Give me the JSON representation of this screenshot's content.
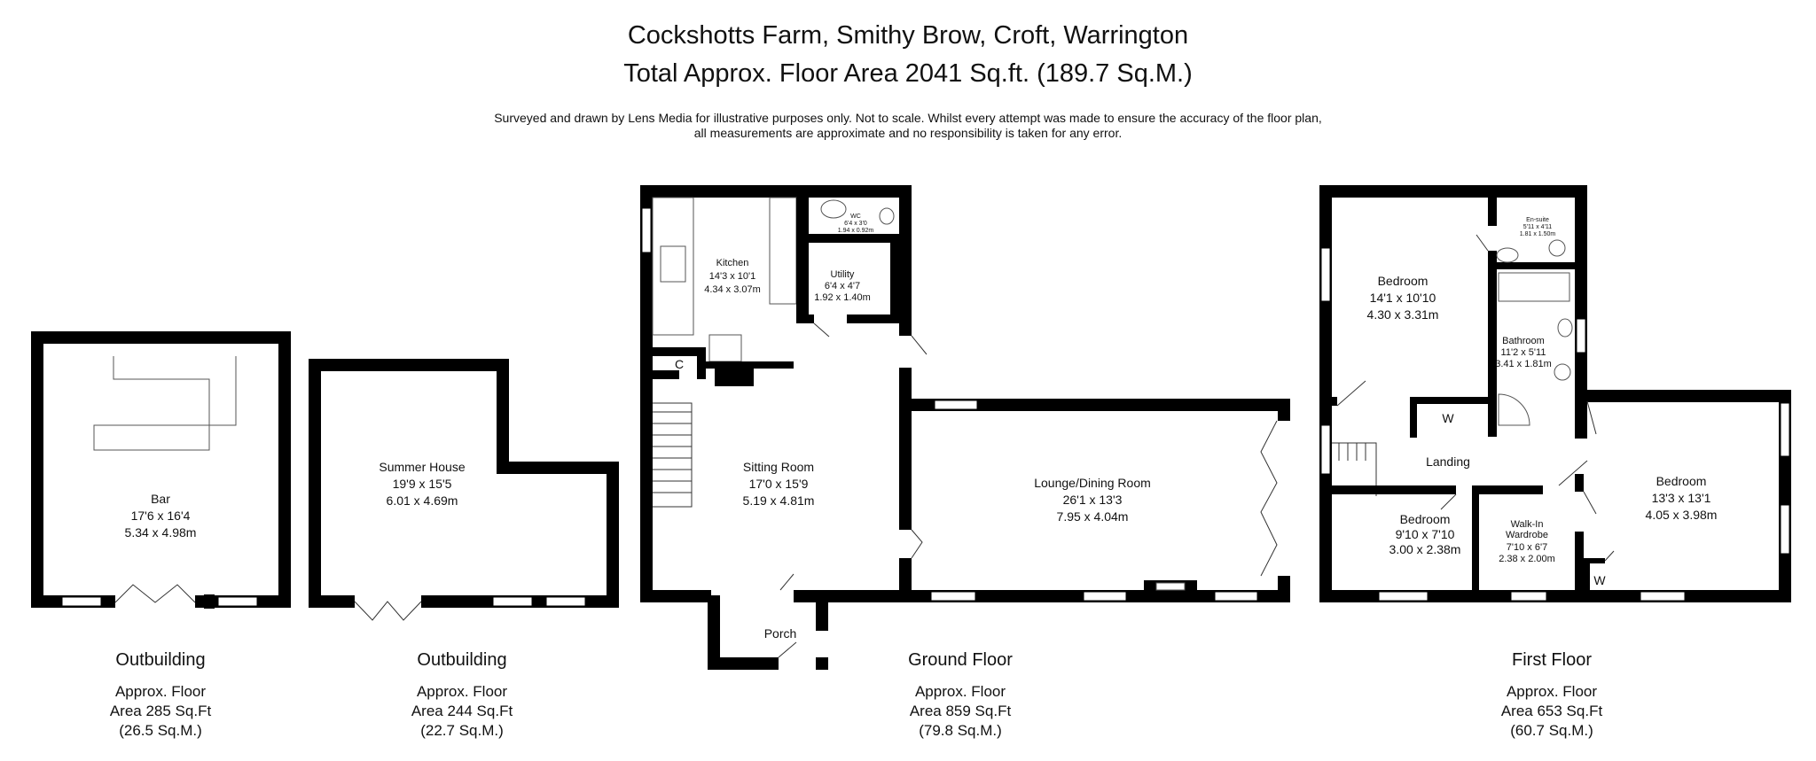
{
  "header": {
    "title_line1": "Cockshotts Farm, Smithy Brow, Croft, Warrington",
    "title_line2": "Total Approx. Floor Area 2041 Sq.ft. (189.7 Sq.M.)",
    "disclaimer_line1": "Surveyed and drawn by Lens Media for illustrative purposes only. Not to scale. Whilst every attempt was made to ensure the accuracy of the floor plan,",
    "disclaimer_line2": "all measurements are approximate and no responsibility is taken for any error."
  },
  "buildings": {
    "bar": {
      "room": {
        "name": "Bar",
        "imperial": "17'6 x 16'4",
        "metric": "5.34 x 4.98m"
      },
      "caption": {
        "name": "Outbuilding",
        "line1": "Approx. Floor",
        "line2": "Area 285 Sq.Ft",
        "line3": "(26.5 Sq.M.)"
      }
    },
    "summer_house": {
      "room": {
        "name": "Summer  House",
        "imperial": "19'9 x 15'5",
        "metric": "6.01 x 4.69m"
      },
      "caption": {
        "name": "Outbuilding",
        "line1": "Approx. Floor",
        "line2": "Area 244 Sq.Ft",
        "line3": "(22.7 Sq.M.)"
      }
    },
    "ground_floor": {
      "rooms": {
        "kitchen": {
          "name": "Kitchen",
          "imperial": "14'3 x 10'1",
          "metric": "4.34 x 3.07m"
        },
        "wc": {
          "name": "WC",
          "imperial": "6'4 x 3'0",
          "metric": "1.94 x 0.92m"
        },
        "utility": {
          "name": "Utility",
          "imperial": "6'4 x 4'7",
          "metric": "1.92 x 1.40m"
        },
        "cupboard": {
          "name": "C"
        },
        "sitting_room": {
          "name": "Sitting Room",
          "imperial": "17'0 x 15'9",
          "metric": "5.19 x 4.81m"
        },
        "lounge": {
          "name": "Lounge/Dining Room",
          "imperial": "26'1 x 13'3",
          "metric": "7.95 x 4.04m"
        },
        "porch": {
          "name": "Porch"
        }
      },
      "caption": {
        "name": "Ground Floor",
        "line1": "Approx. Floor",
        "line2": "Area 859 Sq.Ft",
        "line3": "(79.8 Sq.M.)"
      }
    },
    "first_floor": {
      "rooms": {
        "bedroom1": {
          "name": "Bedroom",
          "imperial": "14'1 x 10'10",
          "metric": "4.30 x 3.31m"
        },
        "ensuite": {
          "name": "En-suite",
          "imperial": "5'11 x 4'11",
          "metric": "1.81 x 1.50m"
        },
        "bathroom": {
          "name": "Bathroom",
          "imperial": "11'2 x 5'11",
          "metric": "3.41 x 1.81m"
        },
        "wardrobe1": {
          "name": "W"
        },
        "landing": {
          "name": "Landing"
        },
        "bedroom2": {
          "name": "Bedroom",
          "imperial": "9'10 x 7'10",
          "metric": "3.00 x 2.38m"
        },
        "walkin": {
          "name_line1": "Walk-In",
          "name_line2": "Wardrobe",
          "imperial": "7'10 x 6'7",
          "metric": "2.38 x 2.00m"
        },
        "bedroom3": {
          "name": "Bedroom",
          "imperial": "13'3 x 13'1",
          "metric": "4.05 x 3.98m"
        },
        "wardrobe2": {
          "name": "W"
        }
      },
      "caption": {
        "name": "First Floor",
        "line1": "Approx. Floor",
        "line2": "Area 653 Sq.Ft",
        "line3": "(60.7 Sq.M.)"
      }
    }
  }
}
